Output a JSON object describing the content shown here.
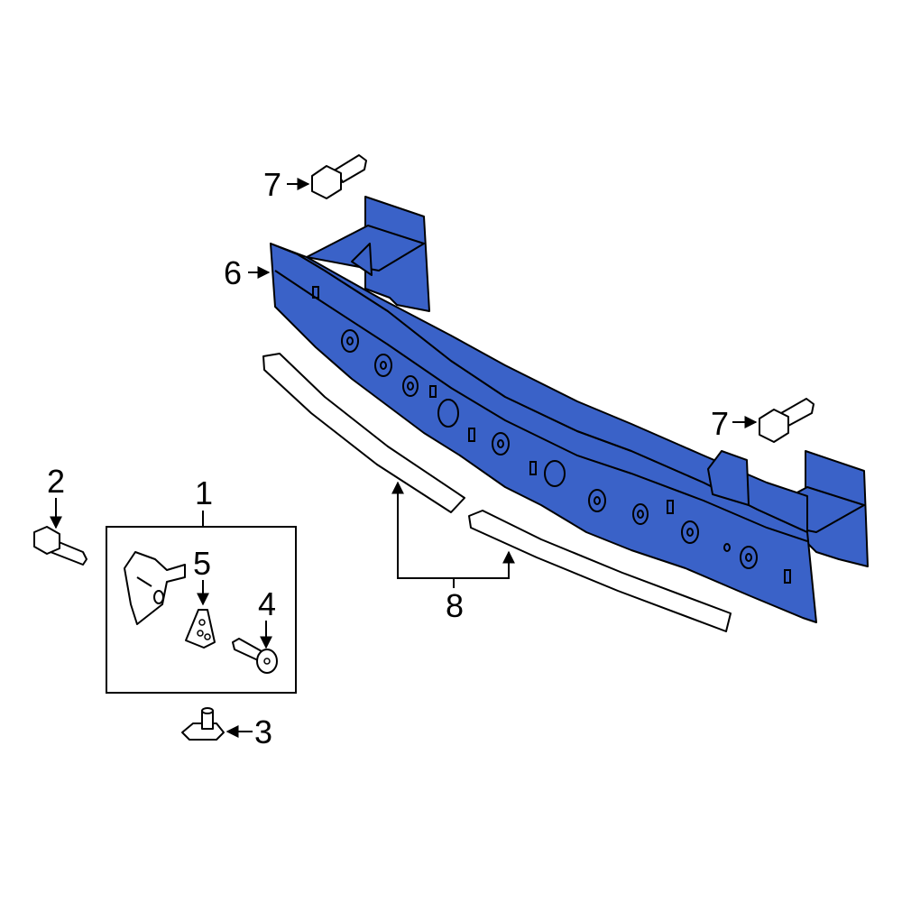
{
  "diagram": {
    "callouts": [
      {
        "id": "callout-1",
        "text": "1"
      },
      {
        "id": "callout-2",
        "text": "2"
      },
      {
        "id": "callout-3",
        "text": "3"
      },
      {
        "id": "callout-4",
        "text": "4"
      },
      {
        "id": "callout-5",
        "text": "5"
      },
      {
        "id": "callout-6",
        "text": "6"
      },
      {
        "id": "callout-7a",
        "text": "7"
      },
      {
        "id": "callout-7b",
        "text": "7"
      },
      {
        "id": "callout-8",
        "text": "8"
      }
    ],
    "colors": {
      "highlight": "#3a62c8",
      "outline": "#000000",
      "background": "#ffffff"
    }
  }
}
